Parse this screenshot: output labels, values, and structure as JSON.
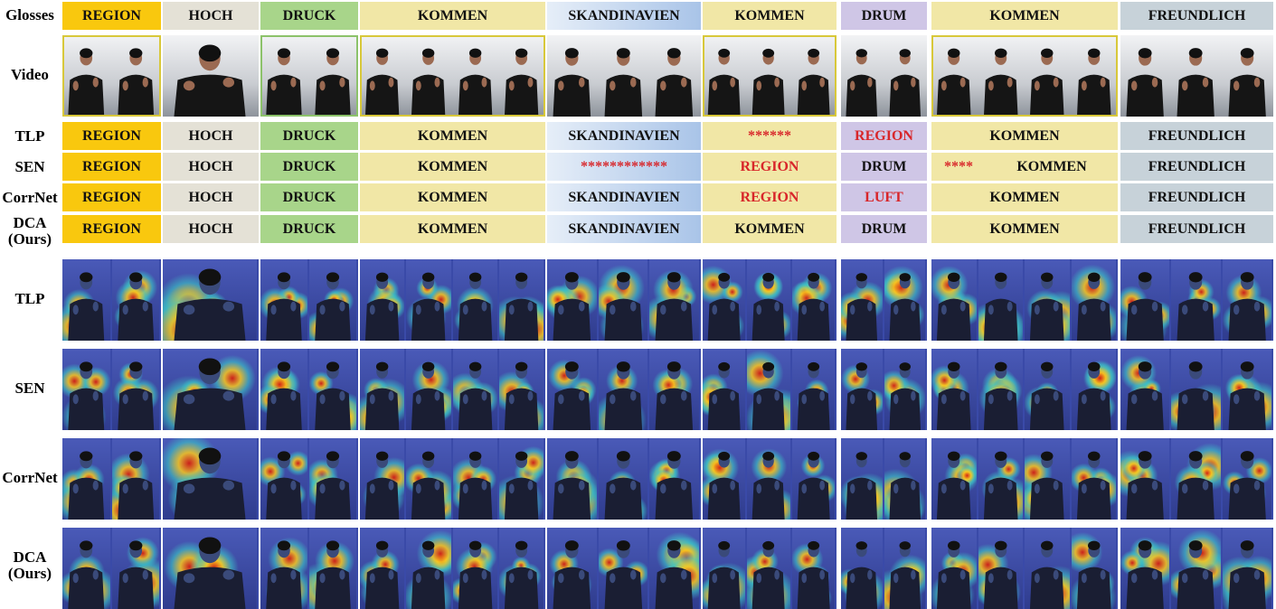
{
  "row_labels": {
    "glosses": "Glosses",
    "video": "Video",
    "tlp": "TLP",
    "sen": "SEN",
    "corrnet": "CorrNet",
    "dca_line1": "DCA",
    "dca_line2": "(Ours)"
  },
  "glosses": [
    "REGION",
    "HOCH",
    "DRUCK",
    "KOMMEN",
    "SKANDINAVIEN",
    "KOMMEN",
    "DRUM",
    "KOMMEN",
    "FREUNDLICH"
  ],
  "predictions": {
    "tlp": [
      "REGION",
      "HOCH",
      "DRUCK",
      "KOMMEN",
      "SKANDINAVIEN",
      "******",
      "REGION",
      "KOMMEN",
      "FREUNDLICH"
    ],
    "sen": [
      "REGION",
      "HOCH",
      "DRUCK",
      "KOMMEN",
      "************",
      "REGION",
      "DRUM",
      "****",
      "KOMMEN",
      "FREUNDLICH"
    ],
    "corrnet": [
      "REGION",
      "HOCH",
      "DRUCK",
      "KOMMEN",
      "SKANDINAVIEN",
      "REGION",
      "LUFT",
      "KOMMEN",
      "FREUNDLICH"
    ],
    "dca": [
      "REGION",
      "HOCH",
      "DRUCK",
      "KOMMEN",
      "SKANDINAVIEN",
      "KOMMEN",
      "DRUM",
      "KOMMEN",
      "FREUNDLICH"
    ]
  },
  "errors": {
    "tlp": [
      5,
      6
    ],
    "sen": [
      4,
      5,
      7
    ],
    "corrnet": [
      5,
      6
    ],
    "dca": []
  },
  "colors": {
    "REGION": "#f9c80e",
    "HOCH": "#e4e1d6",
    "DRUCK": "#a8d58a",
    "KOMMEN": "#f1e7a6",
    "SKANDINAVIEN": "#a9c4e8",
    "DRUM": "#cfc6e6",
    "FREUNDLICH": "#c7d2d9",
    "error_text": "#d8262a",
    "highlight_box": "#d8c83a"
  },
  "video_frames_per_group": [
    2,
    1,
    2,
    4,
    3,
    3,
    2,
    4,
    3
  ],
  "heatmap_rows": [
    "tlp",
    "sen",
    "corrnet",
    "dca"
  ]
}
